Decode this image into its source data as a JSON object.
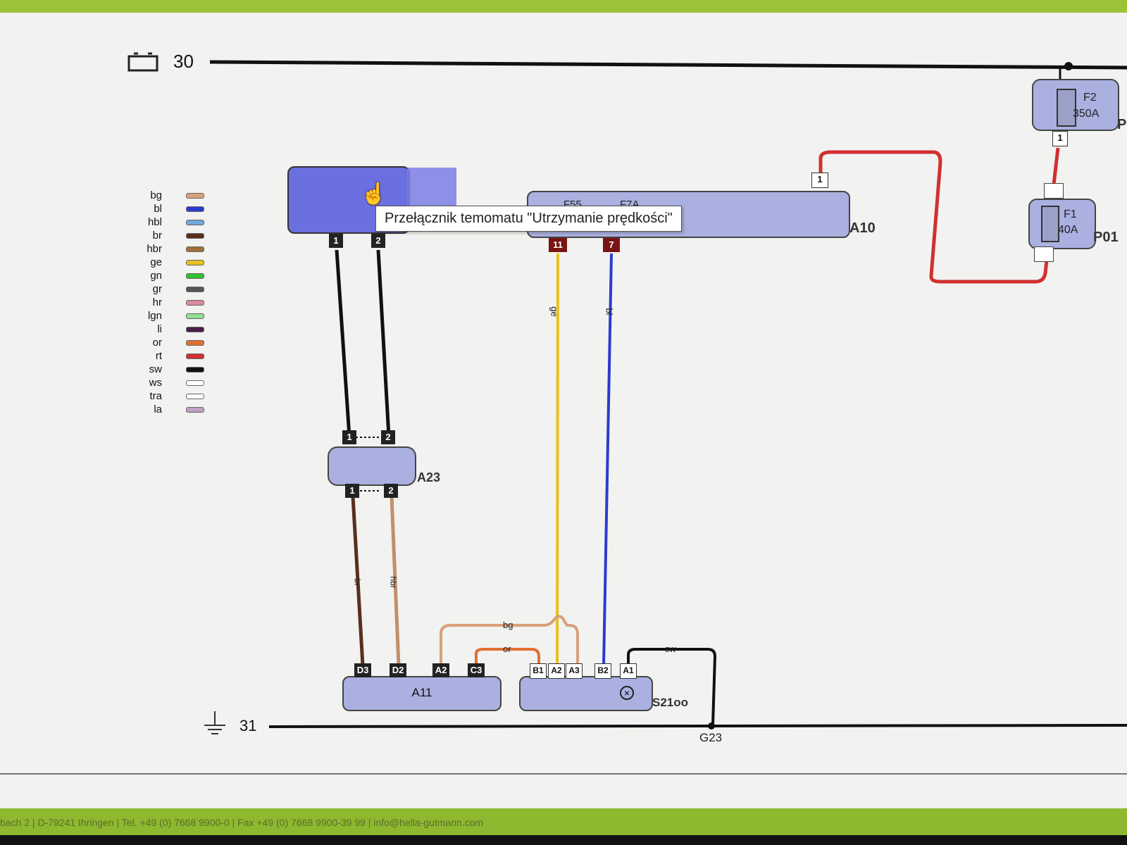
{
  "rails": {
    "top_label": "30",
    "bottom_label": "31",
    "ground_ref": "G23"
  },
  "legend": [
    {
      "code": "bg",
      "color": "#d9a07a"
    },
    {
      "code": "bl",
      "color": "#2b3bd0"
    },
    {
      "code": "hbl",
      "color": "#6fa8dc"
    },
    {
      "code": "br",
      "color": "#5a2e1e"
    },
    {
      "code": "hbr",
      "color": "#a0703a"
    },
    {
      "code": "ge",
      "color": "#e8c020"
    },
    {
      "code": "gn",
      "color": "#30c030"
    },
    {
      "code": "gr",
      "color": "#555555"
    },
    {
      "code": "hr",
      "color": "#d98aa0"
    },
    {
      "code": "lgn",
      "color": "#90e090"
    },
    {
      "code": "li",
      "color": "#4a1e4a"
    },
    {
      "code": "or",
      "color": "#e07030"
    },
    {
      "code": "rt",
      "color": "#d03030"
    },
    {
      "code": "sw",
      "color": "#111111"
    },
    {
      "code": "ws",
      "color": "#ffffff"
    },
    {
      "code": "tra",
      "color": "#ffffff"
    },
    {
      "code": "la",
      "color": "#c0a0c0"
    }
  ],
  "components": {
    "a10": "A10",
    "a23": "A23",
    "a11": "A11",
    "s21oo": "S21oo",
    "p01": "P01",
    "p_partial": "P",
    "f1_name": "F1",
    "f1_rating": "40A",
    "f2_name": "F2",
    "f2_rating": "350A",
    "a10_fuse_labels": [
      "F55",
      "F7A"
    ]
  },
  "tooltip": "Przełącznik temomatu \"Utrzymanie prędkości\"",
  "pins": {
    "switch": [
      "1",
      "2"
    ],
    "a10": [
      "11",
      "7",
      "1"
    ],
    "a23_top": [
      "1",
      "2"
    ],
    "a23_bottom": [
      "1",
      "2"
    ],
    "a11": [
      "D3",
      "D2",
      "A2",
      "C3"
    ],
    "s21oo": [
      "B1",
      "A2",
      "A3",
      "B2",
      "A1"
    ],
    "fuse": [
      "1"
    ]
  },
  "wire_labels": {
    "ge": "ge",
    "bl": "bl",
    "bg": "bg",
    "or": "or",
    "sw": "sw",
    "br": "br",
    "hbr": "hbr"
  },
  "footer": "bach 2 | D-79241 Ihringen | Tel. +49 (0) 7668 9900-0 | Fax +49 (0) 7668 9900-39 99 | info@hella-gutmann.com"
}
